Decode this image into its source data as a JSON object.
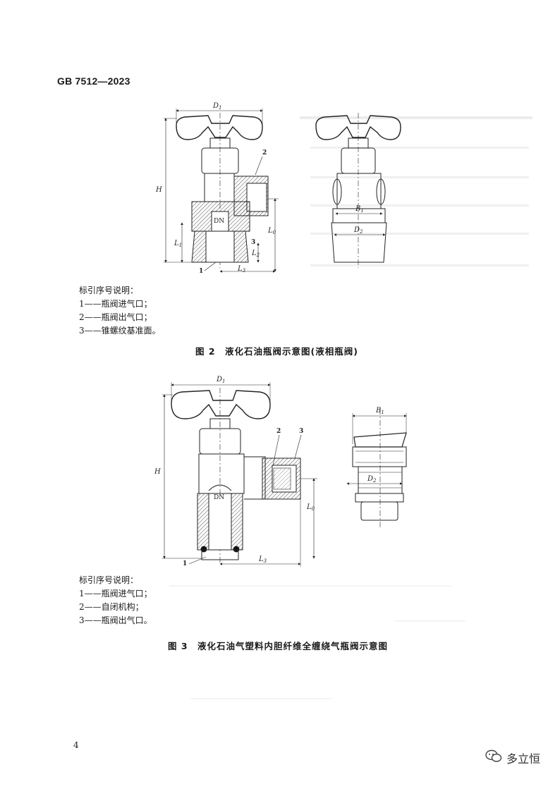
{
  "header": {
    "standard_code": "GB 7512—2023"
  },
  "figure2": {
    "labels": {
      "D1": "D",
      "D1_sub": "1",
      "H": "H",
      "L0": "L",
      "L0_sub": "0",
      "L1": "L",
      "L1_sub": "1",
      "L2": "L",
      "L2_sub": "2",
      "L3": "L",
      "L3_sub": "3",
      "B1": "B",
      "B1_sub": "1",
      "D2": "D",
      "D2_sub": "2",
      "DN": "DN",
      "n1": "1",
      "n2": "2",
      "n3": "3"
    },
    "legend_title": "标引序号说明：",
    "legend_items": [
      "1——瓶阀进气口；",
      "2——瓶阀出气口；",
      "3——锥螺纹基准面。"
    ],
    "caption": "图 2　液化石油瓶阀示意图(液相瓶阀)"
  },
  "figure3": {
    "labels": {
      "D1": "D",
      "D1_sub": "1",
      "H": "H",
      "L0": "L",
      "L0_sub": "0",
      "L3": "L",
      "L3_sub": "3",
      "B1": "B",
      "B1_sub": "1",
      "D2": "D",
      "D2_sub": "2",
      "DN": "DN",
      "n1": "1",
      "n2": "2",
      "n3": "3"
    },
    "legend_title": "标引序号说明：",
    "legend_items": [
      "1——瓶阀进气口；",
      "2——自闭机构；",
      "3——瓶阀出气口。"
    ],
    "caption": "图 3　液化石油气塑料内胆纤维全缠绕气瓶阀示意图"
  },
  "footer": {
    "page_number": "4",
    "watermark": "多立恒"
  }
}
